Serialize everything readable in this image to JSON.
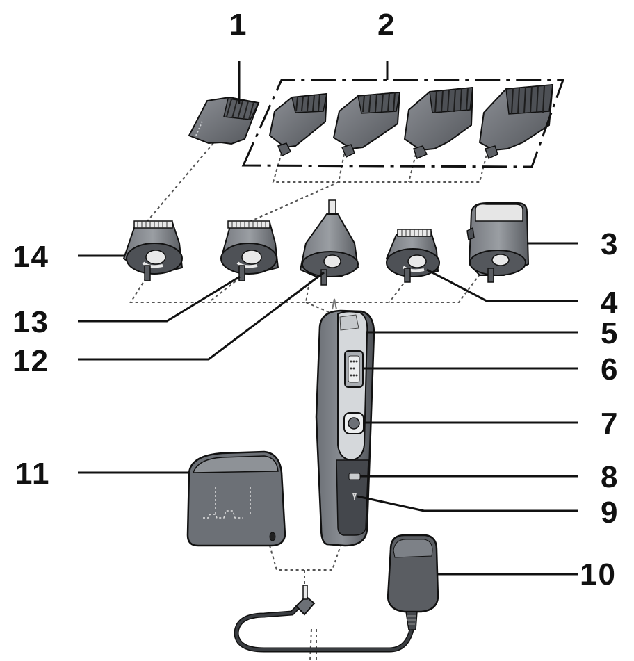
{
  "colors": {
    "body_dark": "#5a5d62",
    "body_mid": "#7d8187",
    "body_light": "#a9adb2",
    "panel_light": "#d6d9dc",
    "blade_light": "#e8e8e8",
    "line": "#111111",
    "dashed": "#555555"
  },
  "callouts": [
    {
      "id": "1",
      "label": "1"
    },
    {
      "id": "2",
      "label": "2"
    },
    {
      "id": "3",
      "label": "3"
    },
    {
      "id": "4",
      "label": "4"
    },
    {
      "id": "5",
      "label": "5"
    },
    {
      "id": "6",
      "label": "6"
    },
    {
      "id": "7",
      "label": "7"
    },
    {
      "id": "8",
      "label": "8"
    },
    {
      "id": "9",
      "label": "9"
    },
    {
      "id": "10",
      "label": "10"
    },
    {
      "id": "11",
      "label": "11"
    },
    {
      "id": "12",
      "label": "12"
    },
    {
      "id": "13",
      "label": "13"
    },
    {
      "id": "14",
      "label": "14"
    }
  ]
}
